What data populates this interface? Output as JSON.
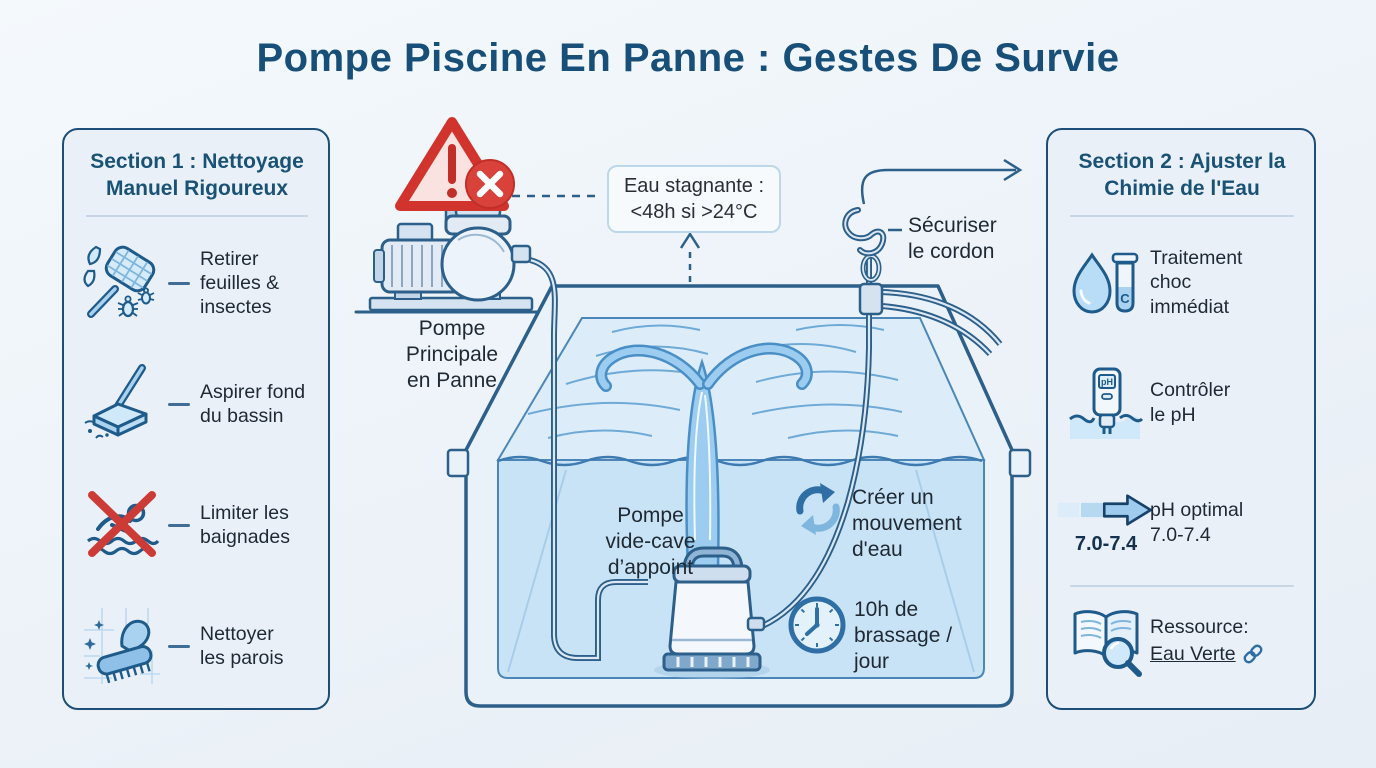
{
  "title": "Pompe Piscine En Panne : Gestes De Survie",
  "section1": {
    "title": "Section 1 : Nettoyage\nManuel Rigoureux",
    "items": [
      {
        "icon": "skimmer-net-icon",
        "label": "Retirer\nfeuilles &\ninsectes"
      },
      {
        "icon": "pool-vacuum-icon",
        "label": "Aspirer fond\ndu bassin"
      },
      {
        "icon": "no-swimming-icon",
        "label": "Limiter les\nbaignades"
      },
      {
        "icon": "wall-brush-icon",
        "label": "Nettoyer\nles parois"
      }
    ]
  },
  "section2": {
    "title": "Section 2 : Ajuster la\nChimie de l'Eau",
    "items": [
      {
        "icon": "shock-treatment-icon",
        "label": "Traitement\nchoc\nimmédiat"
      },
      {
        "icon": "ph-meter-icon",
        "label": "Contrôler\nle pH"
      },
      {
        "icon": "ph-scale-arrow-icon",
        "label": "pH optimal\n7.0-7.4",
        "scale_value": "7.0-7.4"
      },
      {
        "icon": "book-magnifier-icon",
        "label": "Ressource:",
        "link_label": "Eau Verte"
      }
    ]
  },
  "diagram": {
    "main_pump_label": "Pompe\nPrincipale\nen Panne",
    "stagnant_note": "Eau stagnante :\n<48h si >24°C",
    "cord_label": "Sécuriser\nle cordon",
    "sump_pump_label": "Pompe\nvide-cave\nd’appoint",
    "movement_label": "Créer un\nmouvement\nd'eau",
    "mixing_label": "10h de\nbrassage /\njour"
  },
  "colors": {
    "accent_blue": "#1a5276",
    "warning_red": "#d0342c",
    "water_blue": "#c9e3f6",
    "panel_border": "#1c4e78"
  }
}
